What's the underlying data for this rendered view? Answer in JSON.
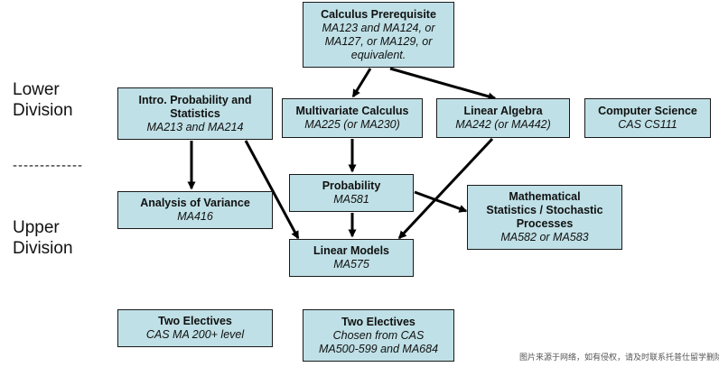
{
  "side_labels": {
    "lower_1": "Lower",
    "lower_2": "Division",
    "upper_1": "Upper",
    "upper_2": "Division",
    "divider": "-------------"
  },
  "boxes": {
    "calculus_prerequisite": {
      "title": "Calculus Prerequisite",
      "lines": [
        "MA123 and MA124, or",
        "MA127, or MA129, or",
        "equivalent."
      ]
    },
    "intro_probability_statistics": {
      "title_lines": [
        "Intro. Probability and",
        "Statistics"
      ],
      "lines": [
        "MA213 and MA214"
      ]
    },
    "multivariate_calculus": {
      "title": "Multivariate Calculus",
      "lines": [
        "MA225 (or MA230)"
      ]
    },
    "linear_algebra": {
      "title": "Linear Algebra",
      "lines": [
        "MA242 (or MA442)"
      ]
    },
    "computer_science": {
      "title": "Computer Science",
      "lines": [
        "CAS CS111"
      ]
    },
    "probability": {
      "title": "Probability",
      "lines": [
        "MA581"
      ]
    },
    "analysis_of_variance": {
      "title": "Analysis of Variance",
      "lines": [
        "MA416"
      ]
    },
    "mathematical_statistics": {
      "title_lines": [
        "Mathematical",
        "Statistics / Stochastic",
        "Processes"
      ],
      "lines": [
        "MA582 or MA583"
      ]
    },
    "linear_models": {
      "title": "Linear Models",
      "lines": [
        "MA575"
      ]
    },
    "two_electives_1": {
      "title": "Two Electives",
      "lines": [
        "CAS MA 200+ level"
      ]
    },
    "two_electives_2": {
      "title": "Two Electives",
      "lines": [
        "Chosen from CAS",
        "MA500-599 and MA684"
      ]
    }
  },
  "watermark": "图片来源于网络，如有侵权，请及时联系托普仕留学删除",
  "colors": {
    "box_fill": "#bfe0e6",
    "box_border": "#1a1a1a",
    "arrow": "#000000"
  }
}
